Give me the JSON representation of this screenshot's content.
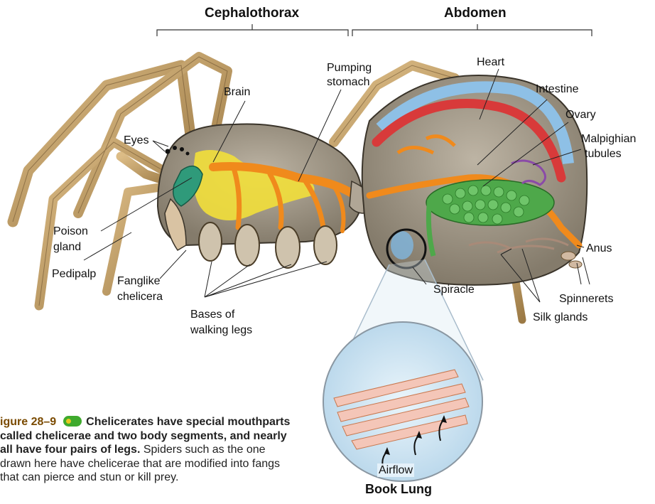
{
  "headers": {
    "cephalothorax": "Cephalothorax",
    "abdomen": "Abdomen"
  },
  "labels": {
    "pumping_stomach_1": "Pumping",
    "pumping_stomach_2": "stomach",
    "brain": "Brain",
    "eyes": "Eyes",
    "poison_gland_1": "Poison",
    "poison_gland_2": "gland",
    "pedipalp": "Pedipalp",
    "fanglike_1": "Fanglike",
    "fanglike_2": "chelicera",
    "bases_1": "Bases of",
    "bases_2": "walking legs",
    "heart": "Heart",
    "intestine": "Intestine",
    "ovary": "Ovary",
    "malpighian_1": "Malpighian",
    "malpighian_2": "tubules",
    "anus": "Anus",
    "spiracle": "Spiracle",
    "spinnerets": "Spinnerets",
    "silk_glands": "Silk glands",
    "airflow": "Airflow",
    "book_lung": "Book Lung"
  },
  "caption": {
    "figure": "igure 28–9",
    "title": "Chelicerates have special mouthparts called chelicerae and two body segments, and nearly all have four pairs of legs.",
    "body": "Spiders such as the one drawn here have chelicerae that are modified into fangs that can pierce and stun or kill prey."
  },
  "colors": {
    "leg": "#c9a46a",
    "leg_dark": "#8a6a3a",
    "body_gray": "#a59c8c",
    "heart": "#d83a3a",
    "intestine": "#f08a1c",
    "ovary": "#3f9a3a",
    "poison_gland": "#2f9a7a",
    "nerve": "#f2df3a",
    "lung": "#7fb7e0"
  }
}
